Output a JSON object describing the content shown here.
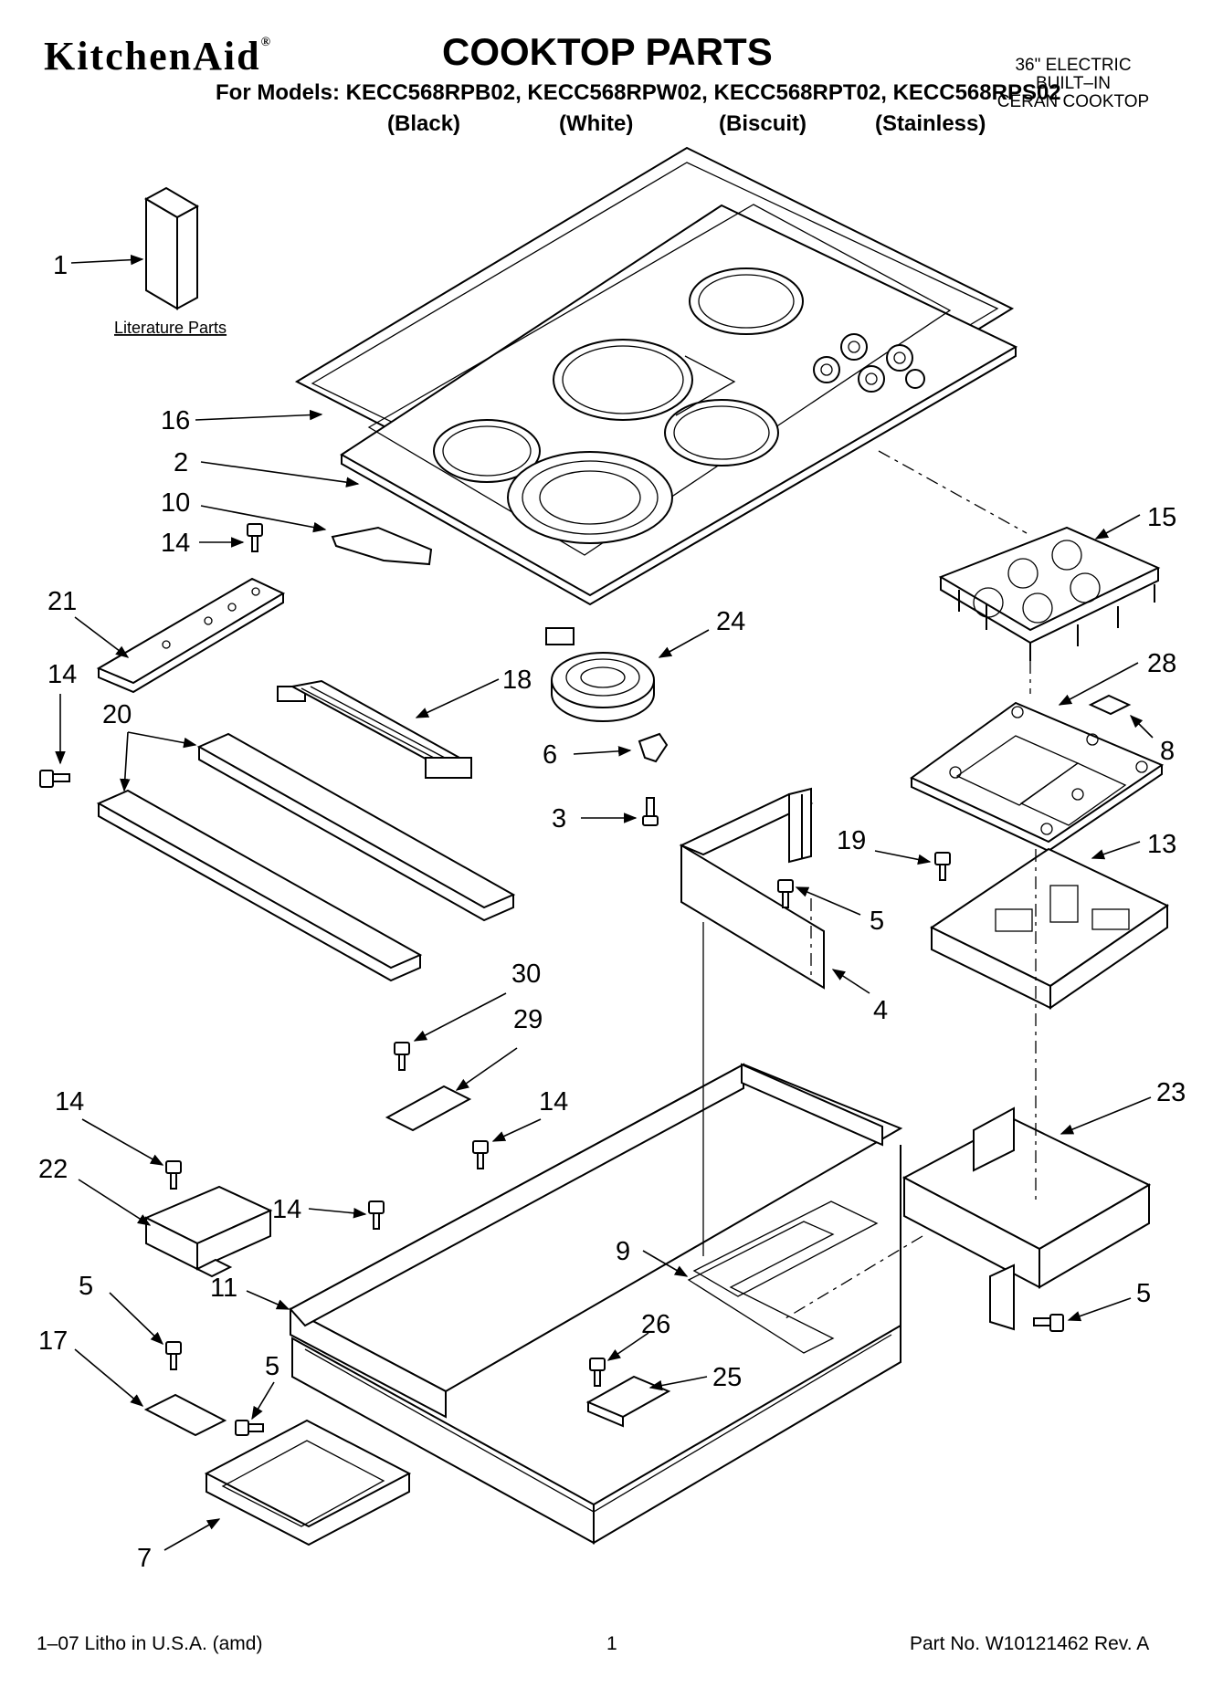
{
  "header": {
    "brand": "KitchenAid",
    "brand_mark": "®",
    "title": "COOKTOP PARTS",
    "models_line": "For Models: KECC568RPB02, KECC568RPW02, KECC568RPT02, KECC568RPS02",
    "finishes": [
      "(Black)",
      "(White)",
      "(Biscuit)",
      "(Stainless)"
    ],
    "description_lines": [
      "36\" ELECTRIC",
      "BUILT–IN",
      "CERAN COOKTOP"
    ]
  },
  "literature_label": "Literature Parts",
  "callouts": [
    {
      "id": "c1",
      "text": "1"
    },
    {
      "id": "c16",
      "text": "16"
    },
    {
      "id": "c2",
      "text": "2"
    },
    {
      "id": "c10",
      "text": "10"
    },
    {
      "id": "c14a",
      "text": "14"
    },
    {
      "id": "c21",
      "text": "21"
    },
    {
      "id": "c14b",
      "text": "14"
    },
    {
      "id": "c20",
      "text": "20"
    },
    {
      "id": "c18",
      "text": "18"
    },
    {
      "id": "c24",
      "text": "24"
    },
    {
      "id": "c6",
      "text": "6"
    },
    {
      "id": "c3",
      "text": "3"
    },
    {
      "id": "c15",
      "text": "15"
    },
    {
      "id": "c28",
      "text": "28"
    },
    {
      "id": "c8",
      "text": "8"
    },
    {
      "id": "c19",
      "text": "19"
    },
    {
      "id": "c13",
      "text": "13"
    },
    {
      "id": "c5a",
      "text": "5"
    },
    {
      "id": "c4",
      "text": "4"
    },
    {
      "id": "c30",
      "text": "30"
    },
    {
      "id": "c29",
      "text": "29"
    },
    {
      "id": "c14c",
      "text": "14"
    },
    {
      "id": "c14d",
      "text": "14"
    },
    {
      "id": "c22",
      "text": "22"
    },
    {
      "id": "c14e",
      "text": "14"
    },
    {
      "id": "c23",
      "text": "23"
    },
    {
      "id": "c9",
      "text": "9"
    },
    {
      "id": "c11",
      "text": "11"
    },
    {
      "id": "c5b",
      "text": "5"
    },
    {
      "id": "c17",
      "text": "17"
    },
    {
      "id": "c5c",
      "text": "5"
    },
    {
      "id": "c26",
      "text": "26"
    },
    {
      "id": "c25",
      "text": "25"
    },
    {
      "id": "c5d",
      "text": "5"
    },
    {
      "id": "c7",
      "text": "7"
    }
  ],
  "footer": {
    "left": "1–07 Litho in U.S.A. (amd)",
    "center": "1",
    "right": "Part No. W10121462 Rev. A"
  }
}
